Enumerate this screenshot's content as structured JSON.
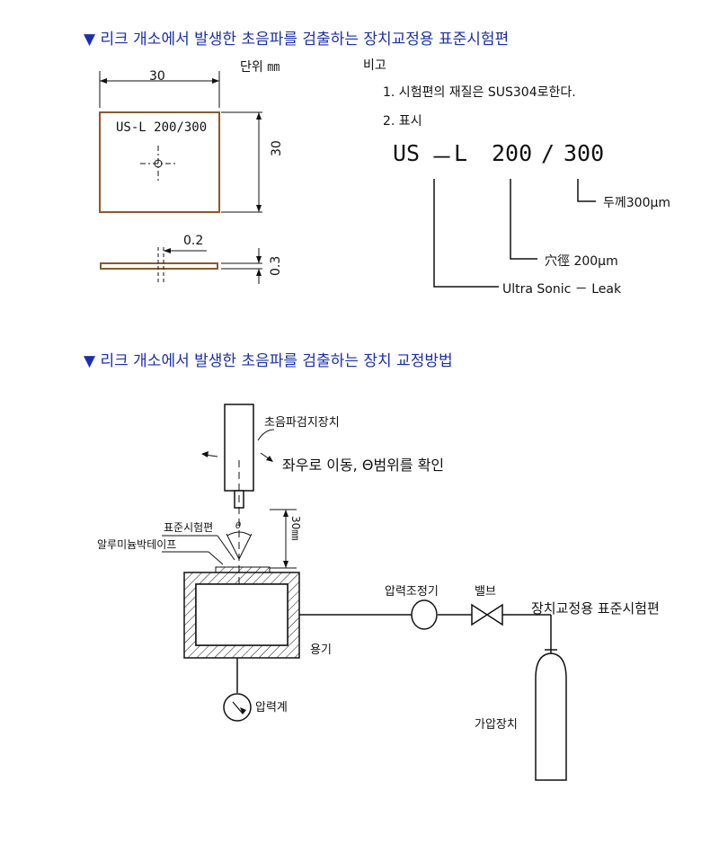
{
  "section1": {
    "title": "▼ 리크 개소에서 발생한 초음파를 검출하는 장치교정용 표준시험편",
    "unit": "단위 ㎜",
    "dim_width": "30",
    "dim_height": "30",
    "dim_hole": "0.2",
    "dim_thickness": "0.3",
    "plate_label": "US-L 200/300",
    "notes_heading": "비고",
    "note1": "1. 시험편의 재질은 SUS304로한다.",
    "note2": "2. 표시",
    "marking": {
      "us": "US",
      "dash": "－",
      "l": "L",
      "hole": "200",
      "slash": "/",
      "thick": "300"
    },
    "legend_thickness": "두께300μm",
    "legend_hole": "穴徑 200μm",
    "legend_ul": "Ultra Sonic － Leak"
  },
  "section2": {
    "title": "▼ 리크 개소에서 발생한 초음파를 검출하는 장치 교정방법",
    "detector": "초음파검지장치",
    "move_note": "좌우로 이동, Θ범위를 확인",
    "test_piece": "표준시험편",
    "theta": "θ",
    "tape": "알루미늄박테이프",
    "distance": "30㎜",
    "pressure_regulator": "압력조정기",
    "valve": "밸브",
    "calib_piece": "장치교정용 표준시험편",
    "vessel": "용기",
    "gauge": "압력계",
    "pressurizer": "가압장치"
  },
  "colors": {
    "title": "#1a2fb0",
    "line": "#111111",
    "plate_edge": "#8a5a2b"
  }
}
